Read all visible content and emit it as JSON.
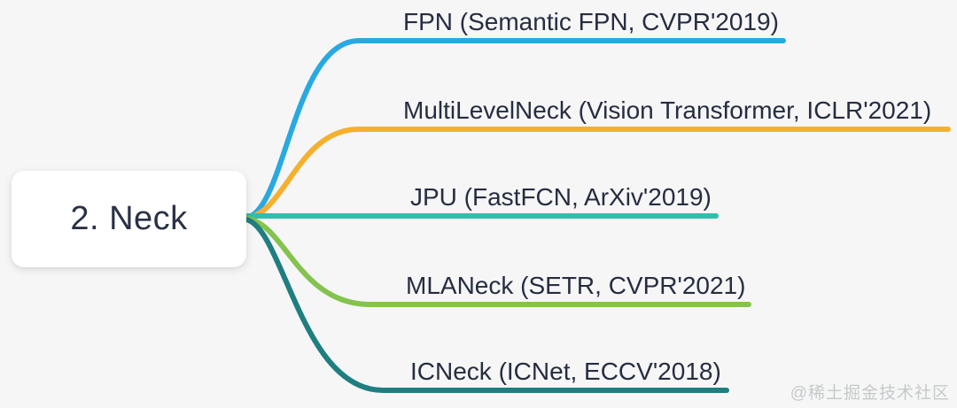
{
  "diagram": {
    "type": "mindmap",
    "background_color": "#f6f6f7",
    "root": {
      "label": "2. Neck",
      "card_color": "#ffffff",
      "text_color": "#2b3247"
    },
    "branches": [
      {
        "label": "FPN (Semantic FPN, CVPR'2019)",
        "color": "#29a9e1"
      },
      {
        "label": "MultiLevelNeck (Vision Transformer, ICLR'2021)",
        "color": "#f5b02e"
      },
      {
        "label": "JPU (FastFCN, ArXiv'2019)",
        "color": "#30bfab"
      },
      {
        "label": "MLANeck (SETR, CVPR'2021)",
        "color": "#84c34e"
      },
      {
        "label": "ICNeck (ICNet, ECCV'2018)",
        "color": "#1f7e80"
      }
    ],
    "branch_text_color": "#262d40",
    "watermark": {
      "text": "@稀土掘金技术社区",
      "color": "#c6c9ca"
    }
  }
}
